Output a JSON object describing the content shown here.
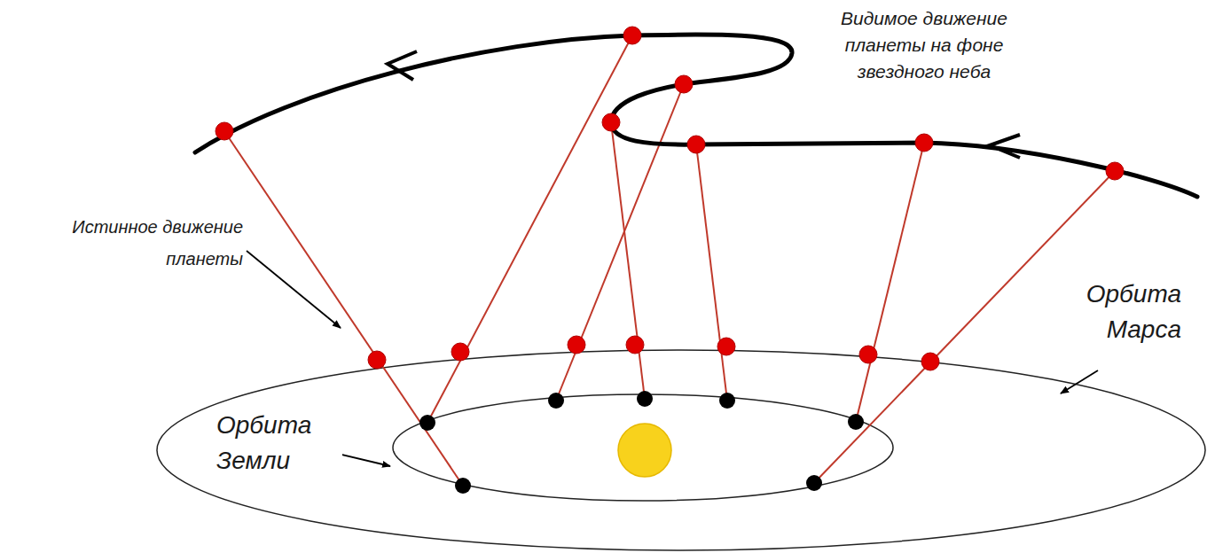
{
  "diagram": {
    "labels": [
      "Видимое движение планеты на фоне звездного неба",
      "Истинное движение планеты",
      "Орбита Марса",
      "Орбита Земли"
    ]
  }
}
